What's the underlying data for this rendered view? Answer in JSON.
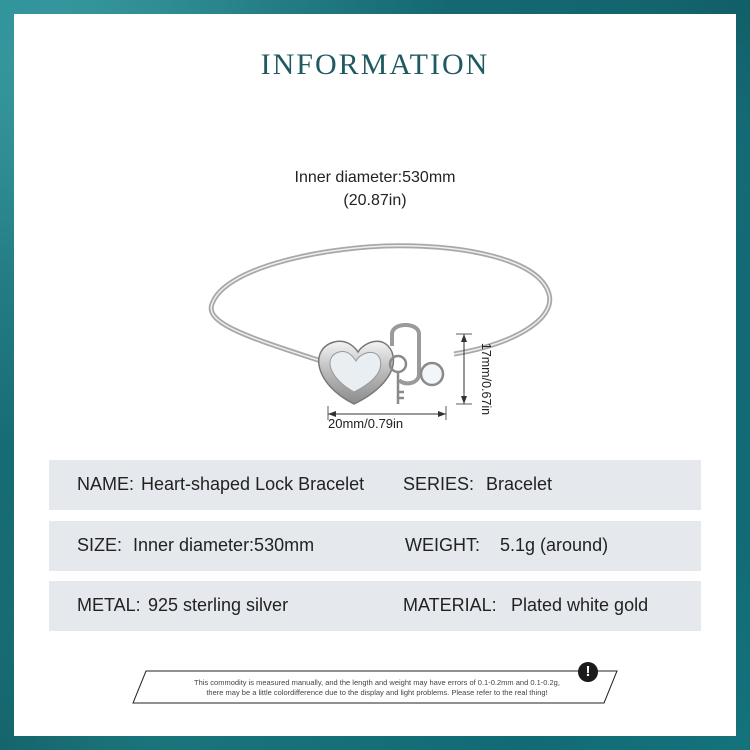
{
  "title": "INFORMATION",
  "dimensions": {
    "inner_diameter_label": "Inner diameter:530mm",
    "inner_diameter_in": "(20.87in)",
    "width": "20mm/0.79in",
    "height": "17mm/0.67in"
  },
  "specs": {
    "name_label": "NAME:",
    "name_value": "Heart-shaped Lock Bracelet",
    "series_label": "SERIES:",
    "series_value": "Bracelet",
    "size_label": "SIZE:",
    "size_value": "Inner diameter:530mm",
    "weight_label": "WEIGHT:",
    "weight_value": "5.1g (around)",
    "metal_label": "METAL:",
    "metal_value": "925 sterling silver",
    "material_label": "MATERIAL:",
    "material_value": "Plated white gold"
  },
  "notice": {
    "line1": "This commodity is measured manually, and the length and weight may have errors of 0.1-0.2mm and 0.1-0.2g,",
    "line2": "there may be a little colordifference due to the display and light problems. Please refer to the real thing!",
    "icon": "exclamation-icon"
  },
  "colors": {
    "title": "#1e5a5f",
    "background": "#0d5a63",
    "row_bg": "#e5e8ec"
  }
}
